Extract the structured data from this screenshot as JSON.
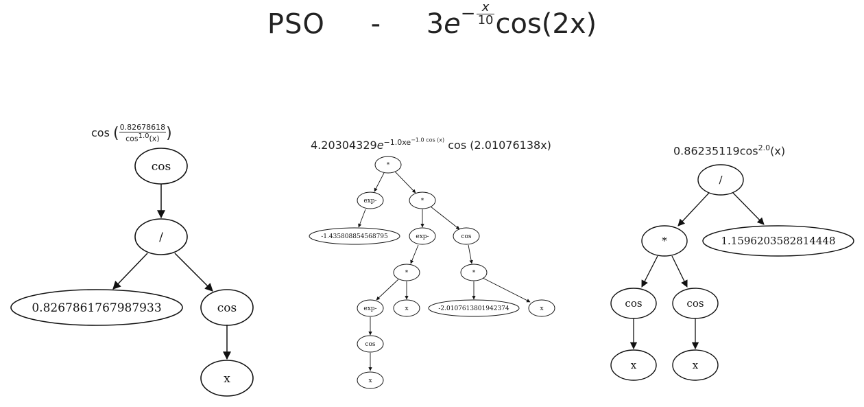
{
  "header": {
    "algorithm": "PSO",
    "separator": "-",
    "target_coef": "3",
    "target_e": "e",
    "target_exp_sign": "−",
    "target_exp_num": "x",
    "target_exp_den": "10",
    "target_trig": "cos",
    "target_arg": "(2x)"
  },
  "trees": [
    {
      "title": {
        "trig": "cos",
        "num": "0.82678618",
        "den_fn": "cos",
        "den_pow": "1.0",
        "den_arg": "(x)"
      },
      "nodes": [
        {
          "id": "t1n0",
          "label": "cos"
        },
        {
          "id": "t1n1",
          "label": "/"
        },
        {
          "id": "t1n2",
          "label": "0.8267861767987933"
        },
        {
          "id": "t1n3",
          "label": "cos"
        },
        {
          "id": "t1n4",
          "label": "x"
        }
      ]
    },
    {
      "title": {
        "coef": "4.20304329",
        "e": "e",
        "exp": "−1.0xe",
        "exp_inner": "−1.0 cos (x)",
        "trig": "cos (2.01076138x)"
      },
      "nodes": [
        {
          "id": "t2n0",
          "label": "*"
        },
        {
          "id": "t2n1",
          "label": "exp-"
        },
        {
          "id": "t2n2",
          "label": "*"
        },
        {
          "id": "t2n3",
          "label": "-1.435808854568795"
        },
        {
          "id": "t2n4",
          "label": "exp-"
        },
        {
          "id": "t2n5",
          "label": "cos"
        },
        {
          "id": "t2n6",
          "label": "*"
        },
        {
          "id": "t2n7",
          "label": "*"
        },
        {
          "id": "t2n8",
          "label": "exp-"
        },
        {
          "id": "t2n9",
          "label": "x"
        },
        {
          "id": "t2n10",
          "label": "-2.0107613801942374"
        },
        {
          "id": "t2n11",
          "label": "x"
        },
        {
          "id": "t2n12",
          "label": "cos"
        },
        {
          "id": "t2n13",
          "label": "x"
        }
      ]
    },
    {
      "title": {
        "coef": "0.86235119",
        "trig": "cos",
        "pow": "2.0",
        "arg": "(x)"
      },
      "nodes": [
        {
          "id": "t3n0",
          "label": "/"
        },
        {
          "id": "t3n1",
          "label": "*"
        },
        {
          "id": "t3n2",
          "label": "1.1596203582814448"
        },
        {
          "id": "t3n3",
          "label": "cos"
        },
        {
          "id": "t3n4",
          "label": "cos"
        },
        {
          "id": "t3n5",
          "label": "x"
        },
        {
          "id": "t3n6",
          "label": "x"
        }
      ]
    }
  ]
}
